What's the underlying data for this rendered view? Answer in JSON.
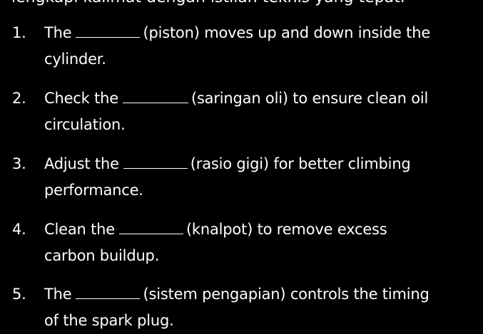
{
  "cut_off_header": "lengkapi kalimat dengan istilah teknis yang tepat.",
  "items": [
    {
      "number": "1.",
      "before": "The",
      "after": "(piston) moves up and down inside the",
      "second_line": "cylinder."
    },
    {
      "number": "2.",
      "before": "Check the",
      "after": "(saringan oli) to ensure clean oil",
      "second_line": "circulation."
    },
    {
      "number": "3.",
      "before": "Adjust the",
      "after": "(rasio gigi) for better climbing",
      "second_line": "performance."
    },
    {
      "number": "4.",
      "before": "Clean the",
      "after": "(knalpot) to remove excess",
      "second_line": "carbon buildup."
    },
    {
      "number": "5.",
      "before": "The",
      "after": "(sistem pengapian) controls the timing",
      "second_line": "of the spark plug."
    }
  ],
  "colors": {
    "background": "#000000",
    "text": "#ffffff"
  }
}
